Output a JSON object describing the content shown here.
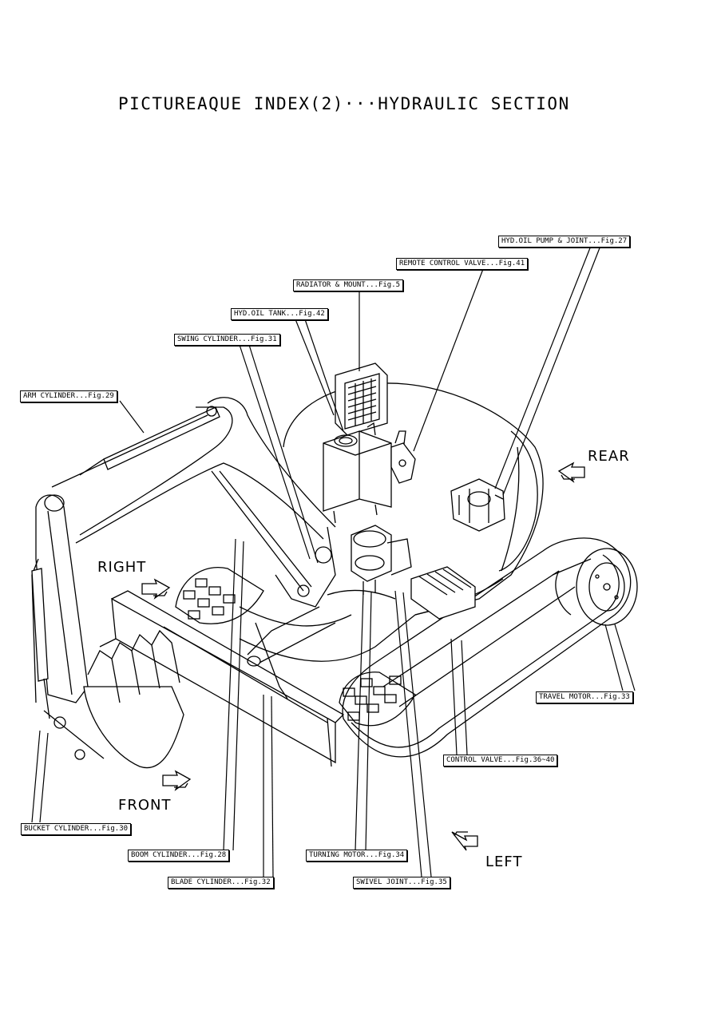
{
  "page": {
    "title": "PICTUREAQUE INDEX(2)···HYDRAULIC SECTION"
  },
  "labels": {
    "pump": "HYD.OIL PUMP & JOINT...Fig.27",
    "remote_valve": "REMOTE CONTROL VALVE...Fig.41",
    "radiator": "RADIATOR & MOUNT...Fig.5",
    "oil_tank": "HYD.OIL TANK...Fig.42",
    "swing_cyl": "SWING CYLINDER...Fig.31",
    "arm_cyl": "ARM CYLINDER...Fig.29",
    "travel_motor": "TRAVEL MOTOR...Fig.33",
    "control_valve": "CONTROL VALVE...Fig.36~40",
    "bucket_cyl": "BUCKET CYLINDER...Fig.30",
    "boom_cyl": "BOOM CYLINDER...Fig.28",
    "turning_motor": "TURNING MOTOR...Fig.34",
    "blade_cyl": "BLADE CYLINDER...Fig.32",
    "swivel_joint": "SWIVEL JOINT...Fig.35"
  },
  "directions": {
    "rear": "REAR",
    "right": "RIGHT",
    "front": "FRONT",
    "left": "LEFT"
  },
  "icons": [
    "rear-arrow-icon",
    "right-arrow-icon",
    "front-arrow-icon",
    "left-arrow-icon"
  ]
}
